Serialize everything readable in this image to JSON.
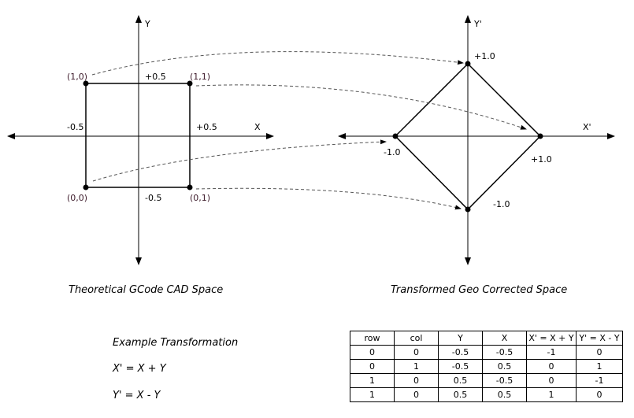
{
  "left_plot": {
    "x_axis_label": "X",
    "y_axis_label": "Y",
    "ticks": {
      "top": "+0.5",
      "bottom": "-0.5",
      "left": "-0.5",
      "right": "+0.5"
    },
    "points": {
      "top_left": "(1,0)",
      "top_right": "(1,1)",
      "bottom_left": "(0,0)",
      "bottom_right": "(0,1)"
    },
    "caption": "Theoretical GCode CAD Space"
  },
  "right_plot": {
    "x_axis_label": "X'",
    "y_axis_label": "Y'",
    "ticks": {
      "top": "+1.0",
      "bottom": "-1.0",
      "left": "-1.0",
      "right": "+1.0"
    },
    "caption": "Transformed Geo Corrected Space"
  },
  "example": {
    "title": "Example Transformation",
    "eq1": "X' = X + Y",
    "eq2": "Y' = X - Y"
  },
  "table": {
    "headers": [
      "row",
      "col",
      "Y",
      "X",
      "X' = X + Y",
      "Y' = X - Y"
    ],
    "rows": [
      [
        "0",
        "0",
        "-0.5",
        "-0.5",
        "-1",
        "0"
      ],
      [
        "0",
        "1",
        "-0.5",
        "0.5",
        "0",
        "1"
      ],
      [
        "1",
        "0",
        "0.5",
        "-0.5",
        "0",
        "-1"
      ],
      [
        "1",
        "0",
        "0.5",
        "0.5",
        "1",
        "0"
      ]
    ]
  }
}
